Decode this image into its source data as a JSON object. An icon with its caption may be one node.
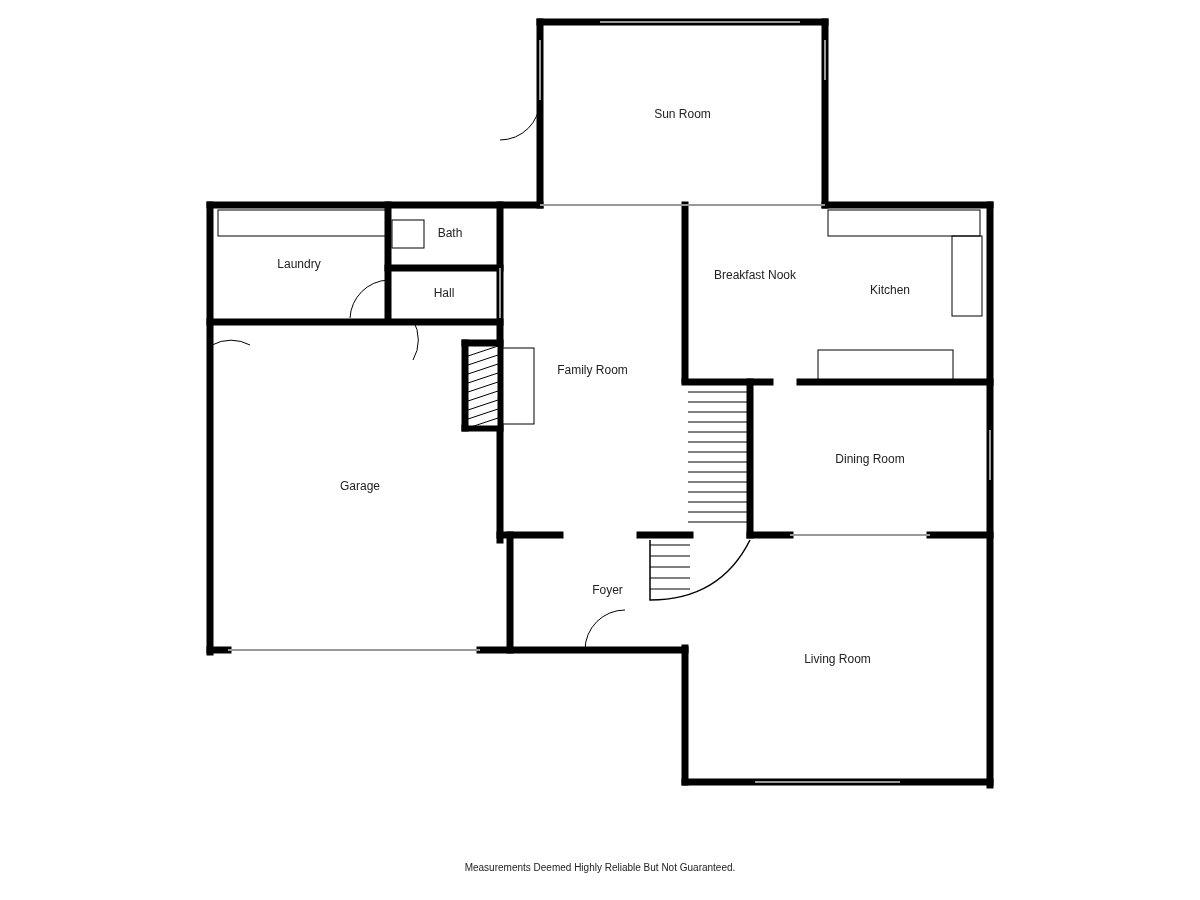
{
  "diagram": {
    "nodes": [
      {
        "text": [
          "Sun Room"
        ]
      },
      {
        "text": [
          "Laundry"
        ]
      },
      {
        "text": [
          "Bath"
        ]
      },
      {
        "text": [
          "Hall"
        ]
      },
      {
        "text": [
          "Family Room"
        ]
      },
      {
        "text": [
          "Breakfast Nook"
        ]
      },
      {
        "text": [
          "Kitchen"
        ]
      },
      {
        "text": [
          "Garage"
        ]
      },
      {
        "text": [
          "Dining Room"
        ]
      },
      {
        "text": [
          "Foyer"
        ]
      },
      {
        "text": [
          "Living Room"
        ]
      }
    ],
    "edges": [],
    "labels": [
      "Measurements Deemed Highly Reliable But Not Guaranteed."
    ]
  }
}
